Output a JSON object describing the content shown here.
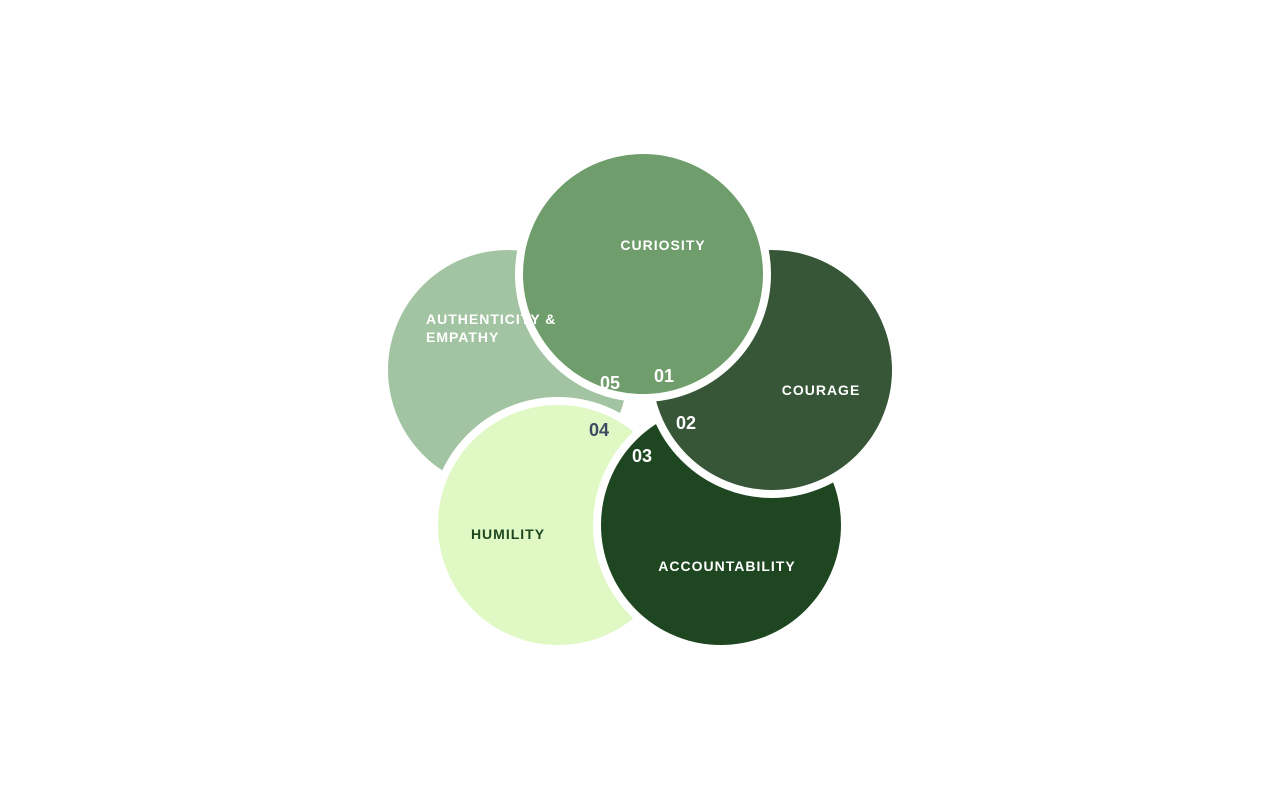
{
  "values": [
    {
      "number": "01",
      "label": "CURIOSITY",
      "color": "#6f9d6b",
      "text_color": "#ffffff",
      "number_color": "#ffffff"
    },
    {
      "number": "02",
      "label": "COURAGE",
      "color": "#365637",
      "text_color": "#ffffff",
      "number_color": "#ffffff"
    },
    {
      "number": "03",
      "label": "ACCOUNTABILITY",
      "color": "#1e4620",
      "text_color": "#ffffff",
      "number_color": "#ffffff"
    },
    {
      "number": "04",
      "label": "HUMILITY",
      "color": "#e0f8c4",
      "text_color": "#1e4620",
      "number_color": "#3d4a63"
    },
    {
      "number": "05",
      "label_line1": "AUTHENTICITY &",
      "label_line2": "EMPATHY",
      "color": "#a3c4a2",
      "text_color": "#ffffff",
      "number_color": "#ffffff"
    }
  ]
}
